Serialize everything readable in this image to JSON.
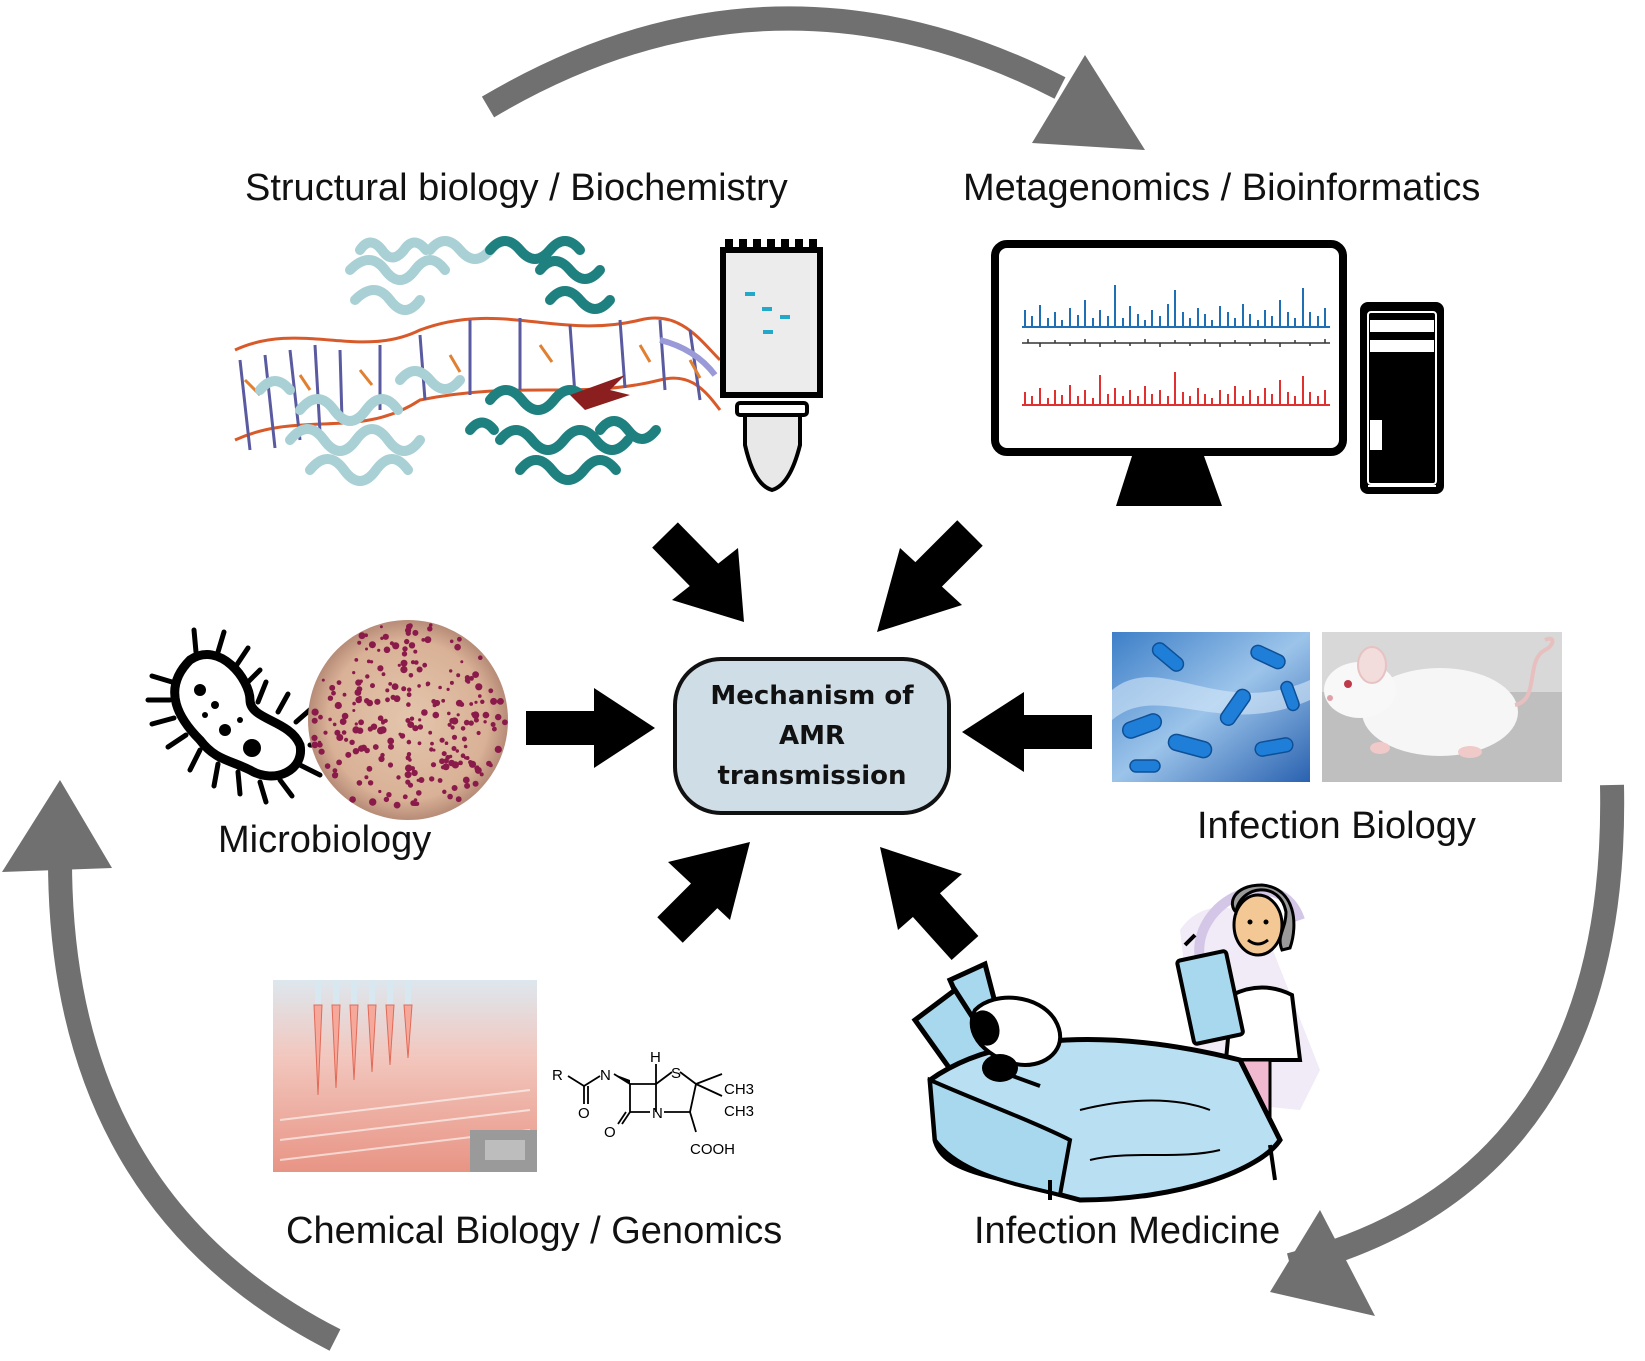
{
  "center": {
    "text": "Mechanism of\nAMR\ntransmission",
    "fill": "#cfdde6"
  },
  "labels": {
    "structural": "Structural biology / Biochemistry",
    "metagenomics": "Metagenomics / Bioinformatics",
    "microbiology": "Microbiology",
    "infection_biology": "Infection Biology",
    "chemical_biology": "Chemical Biology / Genomics",
    "infection_medicine": "Infection Medicine"
  },
  "chem": {
    "r": "R",
    "h": "H",
    "n1": "N",
    "s": "S",
    "ch3a": "CH3",
    "ch3b": "CH3",
    "n2": "N",
    "o1": "O",
    "o2": "O",
    "cooh": "COOH"
  },
  "colors": {
    "cycle_arrow": "#707070",
    "inward_arrow": "#000000",
    "screen_blue": "#1f6fb5",
    "screen_red": "#e03030"
  },
  "icons": [
    "cycle-arrow",
    "inward-arrow",
    "protein-structure",
    "gel-lane",
    "tube",
    "monitor",
    "computer-tower",
    "bacterium",
    "agar-plate",
    "bacteria-micrograph",
    "mouse",
    "pipette-plate",
    "penicillin-structure",
    "patient-in-bed",
    "doctor-with-clipboard"
  ]
}
